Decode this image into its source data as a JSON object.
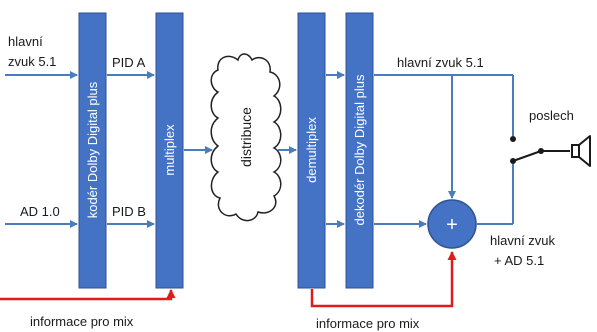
{
  "colors": {
    "block_fill": "#4472C4",
    "block_stroke": "#2F528F",
    "arrow_blue": "#4A7EBB",
    "arrow_red": "#E01B1B"
  },
  "inputs": {
    "main_audio_line1": "hlavní",
    "main_audio_line2": "zvuk 5.1",
    "ad_audio": "AD 1.0"
  },
  "blocks": {
    "encoder": "kodér Dolby Digital plus",
    "multiplex": "multiplex",
    "demultiplex": "demultiplex",
    "decoder": "dekodér Dolby Digital plus",
    "mixer_symbol": "+"
  },
  "pids": {
    "pid_a": "PID A",
    "pid_b": "PID B"
  },
  "cloud": {
    "label": "distribuce"
  },
  "outputs": {
    "main_audio_out": "hlavní zvuk 5.1",
    "mix_out_line1": "hlavní zvuk",
    "mix_out_line2": "+ AD 5.1",
    "listen": "poslech"
  },
  "mix_info": {
    "left": "informace pro mix",
    "right": "informace pro mix"
  },
  "icons": [
    "arrow-icon",
    "switch-icon",
    "speaker-icon",
    "cloud-icon"
  ]
}
